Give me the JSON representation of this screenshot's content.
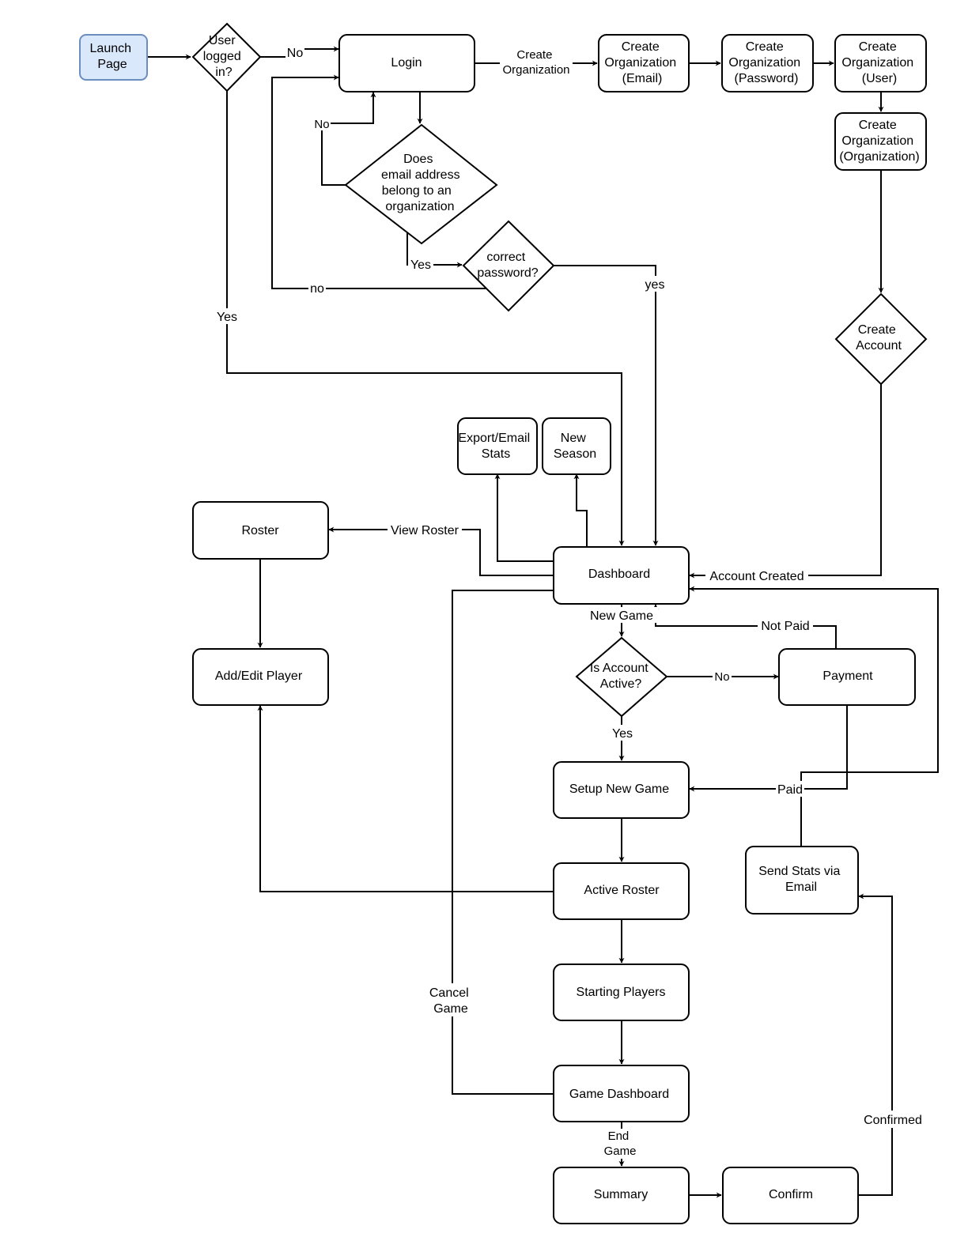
{
  "nodes": {
    "launch": [
      "Launch",
      "Page"
    ],
    "user_logged_in": [
      "User",
      "logged",
      "in?"
    ],
    "login": [
      "Login"
    ],
    "org_email": [
      "Create",
      "Organization",
      "(Email)"
    ],
    "org_password": [
      "Create",
      "Organization",
      "(Password)"
    ],
    "org_user": [
      "Create",
      "Organization",
      "(User)"
    ],
    "org_org": [
      "Create",
      "Organization",
      "(Organization)"
    ],
    "email_belongs": [
      "Does",
      "email address",
      "belong to an",
      "organization"
    ],
    "correct_password": [
      "correct",
      "password?"
    ],
    "create_account": [
      "Create",
      "Account"
    ],
    "export_stats": [
      "Export/Email",
      "Stats"
    ],
    "new_season": [
      "New",
      "Season"
    ],
    "roster": [
      "Roster"
    ],
    "dashboard": [
      "Dashboard"
    ],
    "add_edit_player": [
      "Add/Edit Player"
    ],
    "account_active": [
      "Is Account",
      "Active?"
    ],
    "payment": [
      "Payment"
    ],
    "setup_new_game": [
      "Setup New Game"
    ],
    "send_stats": [
      "Send Stats via",
      "Email"
    ],
    "active_roster": [
      "Active Roster"
    ],
    "starting_players": [
      "Starting Players"
    ],
    "game_dashboard": [
      "Game Dashboard"
    ],
    "summary": [
      "Summary"
    ],
    "confirm": [
      "Confirm"
    ]
  },
  "edge_labels": {
    "no_login": [
      "No"
    ],
    "create_org": [
      "Create",
      "Organization"
    ],
    "no_email": [
      "No"
    ],
    "yes_email": [
      "Yes"
    ],
    "no_password": [
      "no"
    ],
    "yes_password": [
      "yes"
    ],
    "yes_logged_in": [
      "Yes"
    ],
    "view_roster": [
      "View Roster"
    ],
    "account_created": [
      "Account Created"
    ],
    "new_game": [
      "New Game"
    ],
    "not_paid": [
      "Not Paid"
    ],
    "no_active": [
      "No"
    ],
    "yes_active": [
      "Yes"
    ],
    "paid": [
      "Paid"
    ],
    "cancel_game": [
      "Cancel",
      "Game"
    ],
    "end_game": [
      "End",
      "Game"
    ],
    "confirmed": [
      "Confirmed"
    ]
  },
  "colors": {
    "start_fill": "#dae8fc",
    "start_stroke": "#6c8ebf",
    "stroke": "#000000",
    "fill": "#ffffff"
  }
}
